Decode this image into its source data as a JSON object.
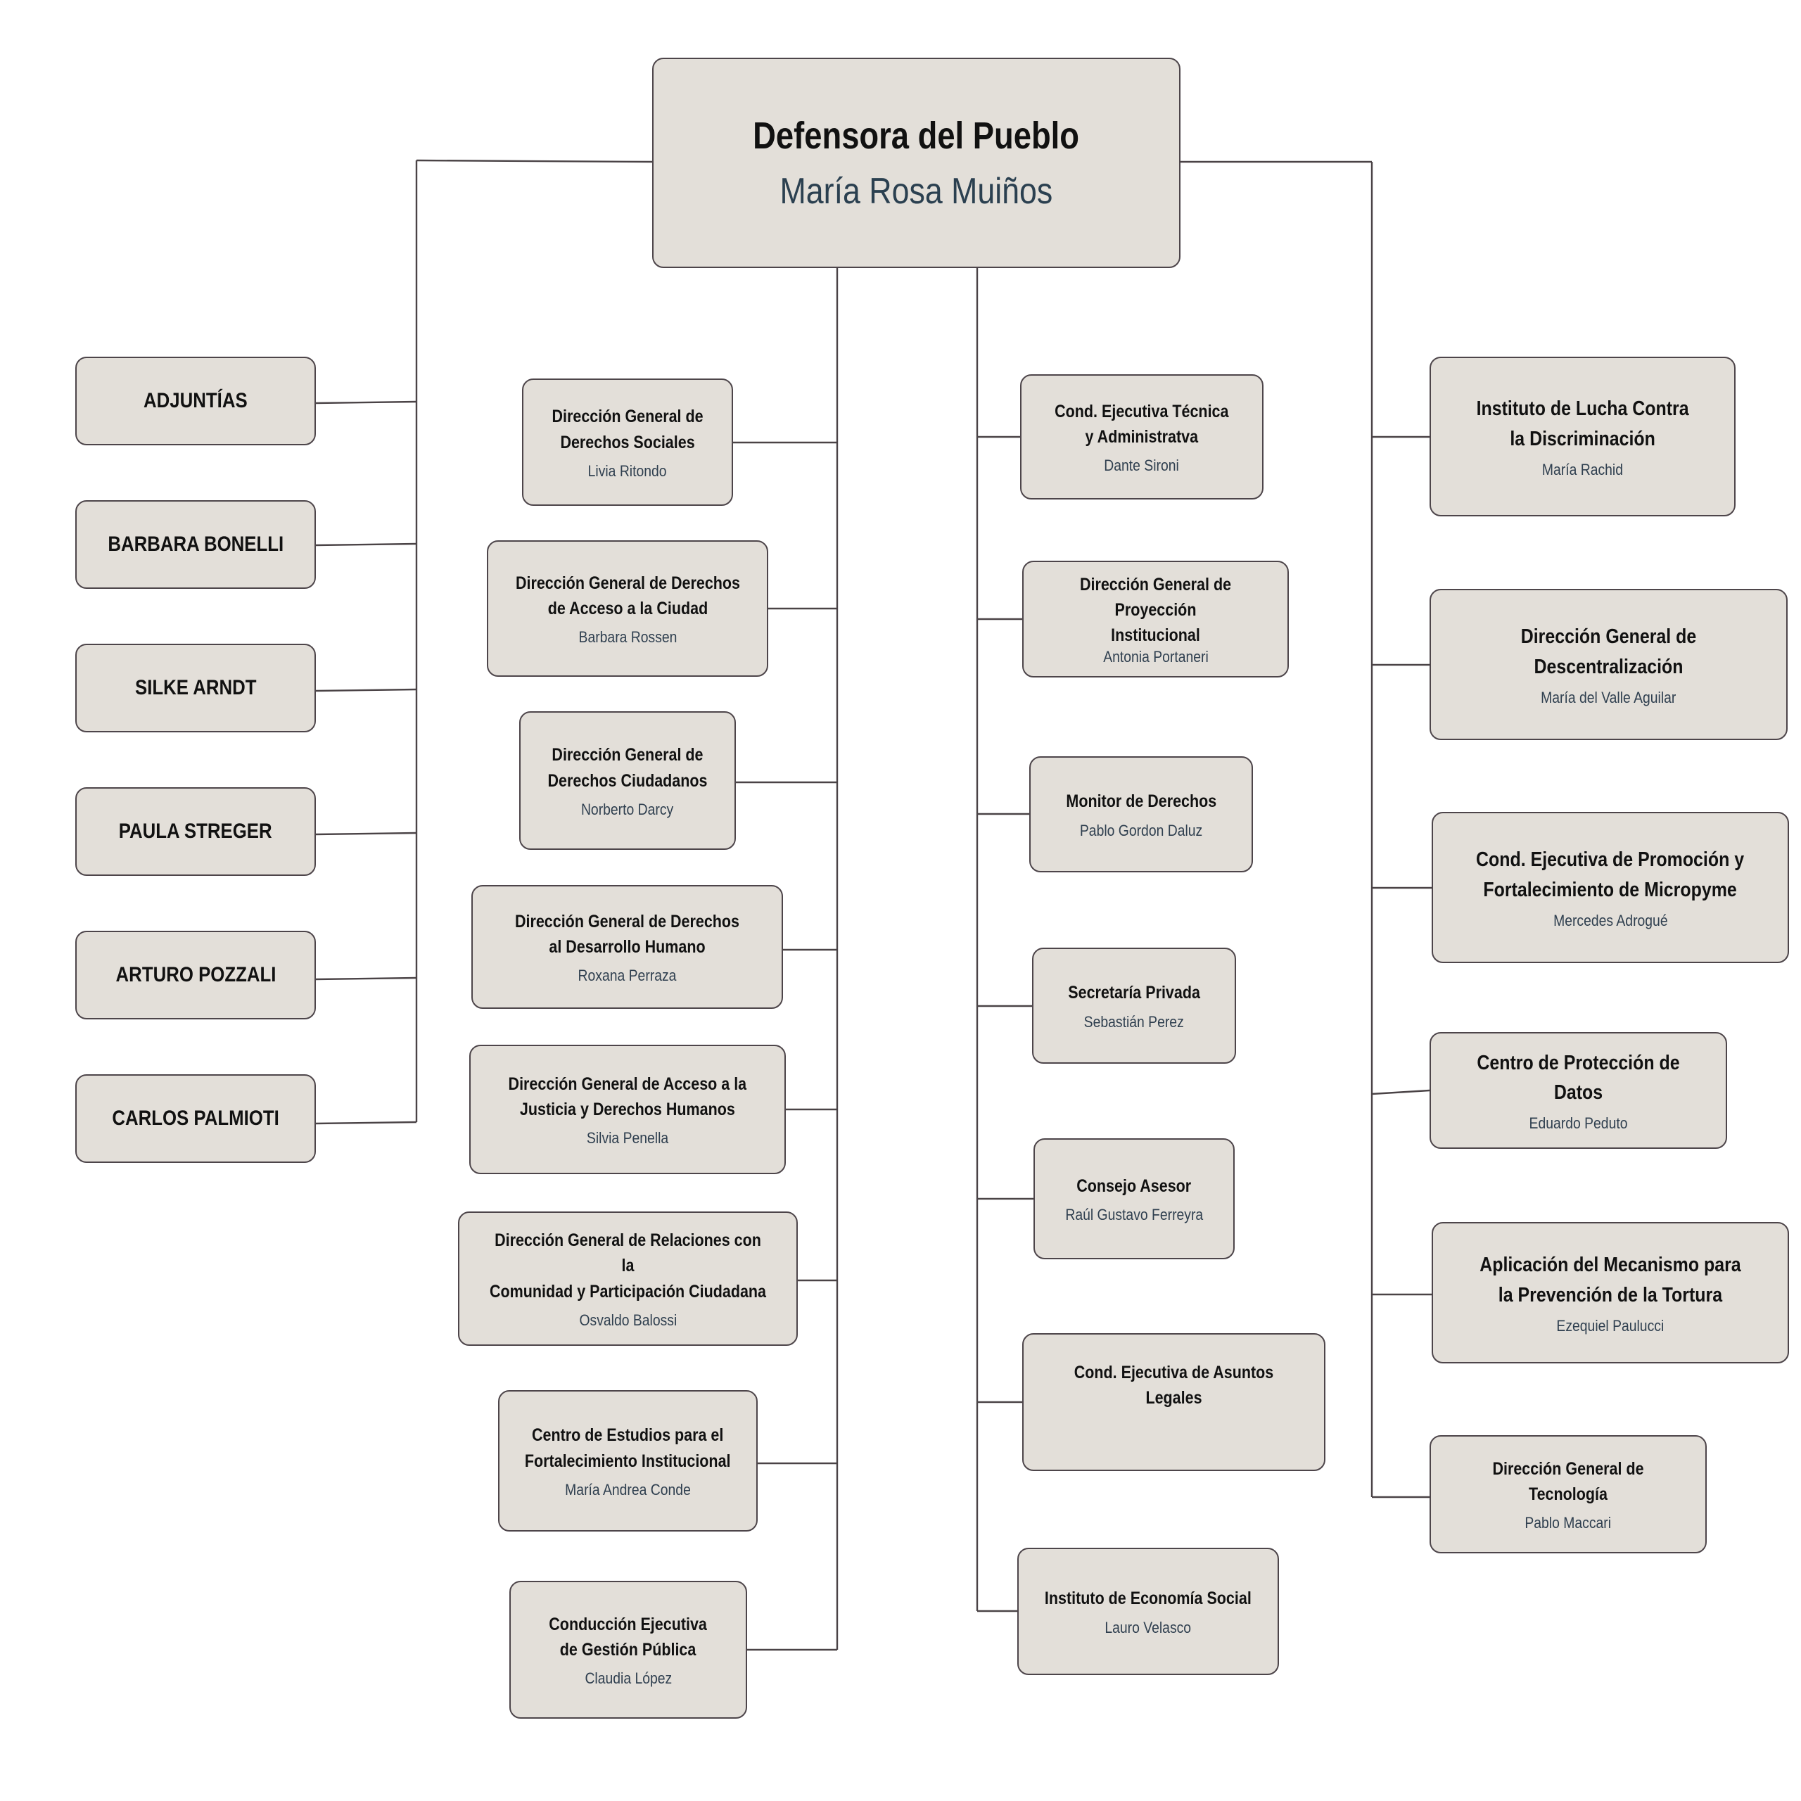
{
  "head": {
    "title": "Defensora del Pueblo",
    "name": "María Rosa Muiños"
  },
  "adjuntias": {
    "label": "ADJUNTÍAS",
    "members": [
      "BARBARA BONELLI",
      "SILKE ARNDT",
      "PAULA STREGER",
      "ARTURO POZZALI",
      "CARLOS PALMIOTI"
    ]
  },
  "column_a": [
    {
      "title": "Dirección General de\nDerechos Sociales",
      "name": "Livia Ritondo"
    },
    {
      "title": "Dirección General de Derechos\nde Acceso a la Ciudad",
      "name": "Barbara Rossen"
    },
    {
      "title": "Dirección General de\nDerechos Ciudadanos",
      "name": "Norberto Darcy"
    },
    {
      "title": "Dirección General de Derechos\nal Desarrollo Humano",
      "name": "Roxana Perraza"
    },
    {
      "title": "Dirección General de Acceso a la\nJusticia y Derechos Humanos",
      "name": "Silvia Penella"
    },
    {
      "title": "Dirección General de Relaciones con la\nComunidad y Participación Ciudadana",
      "name": "Osvaldo Balossi"
    },
    {
      "title": "Centro de Estudios para el\nFortalecimiento Institucional",
      "name": "María Andrea Conde"
    },
    {
      "title": "Conducción Ejecutiva\nde Gestión Pública",
      "name": "Claudia López"
    }
  ],
  "column_b": [
    {
      "title": "Cond. Ejecutiva Técnica\ny Administratva",
      "name": "Dante Sironi"
    },
    {
      "title": "Dirección General de Proyección\nInstitucional",
      "name": "Antonia Portaneri"
    },
    {
      "title": "Monitor de Derechos",
      "name": "Pablo Gordon Daluz"
    },
    {
      "title": "Secretaría Privada",
      "name": "Sebastián Perez"
    },
    {
      "title": "Consejo Asesor",
      "name": "Raúl Gustavo Ferreyra"
    },
    {
      "title": "Cond. Ejecutiva de Asuntos Legales",
      "name": ""
    },
    {
      "title": "Instituto de Economía Social",
      "name": "Lauro Velasco"
    }
  ],
  "column_c": [
    {
      "title": "Instituto de Lucha Contra\nla Discriminación",
      "name": "María Rachid"
    },
    {
      "title": "Dirección General de Descentralización",
      "name": "María del Valle Aguilar"
    },
    {
      "title": "Cond. Ejecutiva de Promoción y\nFortalecimiento de Micropyme",
      "name": "Mercedes Adrogué"
    },
    {
      "title": "Centro de Protección de Datos",
      "name": "Eduardo Peduto"
    },
    {
      "title": "Aplicación del Mecanismo para\nla Prevención de la Tortura",
      "name": "Ezequiel Paulucci"
    },
    {
      "title": "Dirección General de Tecnología",
      "name": "Pablo Maccari"
    }
  ]
}
